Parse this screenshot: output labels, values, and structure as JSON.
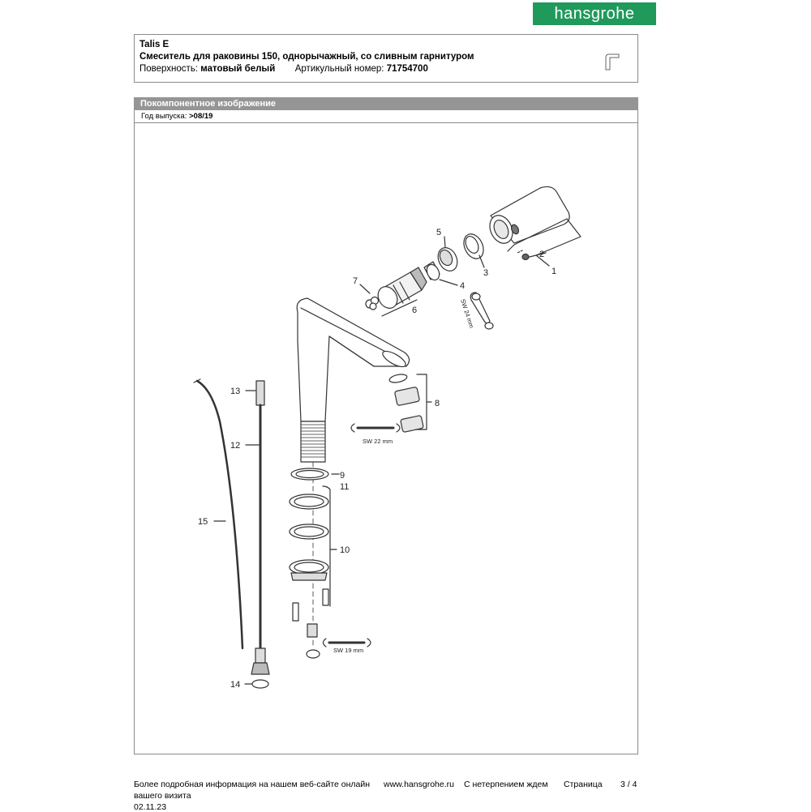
{
  "brand": {
    "logo_text": "hansgrohe",
    "color": "#1f9a5b"
  },
  "product": {
    "name": "Talis E",
    "description": "Смеситель для раковины 150, однорычажный, со сливным гарнитуром",
    "surface_label": "Поверхность:",
    "surface_value": "матовый белый",
    "article_label": "Артикульный номер:",
    "article_value": "71754700",
    "thumbnail_icon": "faucet-thumbnail-icon"
  },
  "section": {
    "title": "Покомпонентное изображение",
    "release_label": "Год выпуска:",
    "release_value": ">08/19",
    "bar_color": "#959595"
  },
  "diagram": {
    "callouts": [
      "1",
      "2",
      "3",
      "4",
      "5",
      "6",
      "7",
      "8",
      "9",
      "10",
      "11",
      "12",
      "13",
      "14",
      "15"
    ],
    "wrench_labels": [
      "SW 24 mm",
      "SW 22 mm",
      "SW 19 mm"
    ]
  },
  "footer": {
    "more_info": "Более подробная информация на нашем веб-сайте онлайн",
    "url": "www.hansgrohe.ru",
    "greeting_line1": "С нетерпением ждем",
    "greeting_line2": "вашего визита",
    "page_label": "Страница",
    "page_value": "3 / 4",
    "date": "02.11.23"
  }
}
